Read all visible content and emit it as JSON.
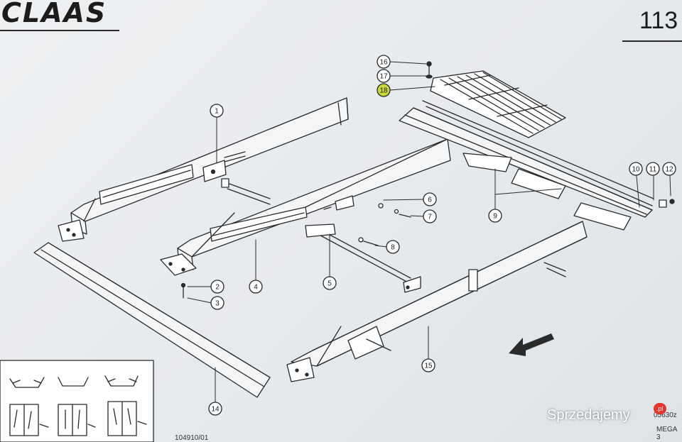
{
  "header": {
    "brand": "CLAAS",
    "page_number": "113"
  },
  "callouts": [
    {
      "label": "1"
    },
    {
      "label": "2"
    },
    {
      "label": "3"
    },
    {
      "label": "4"
    },
    {
      "label": "5"
    },
    {
      "label": "6"
    },
    {
      "label": "7"
    },
    {
      "label": "8"
    },
    {
      "label": "9"
    },
    {
      "label": "10"
    },
    {
      "label": "11"
    },
    {
      "label": "12"
    },
    {
      "label": "14"
    },
    {
      "label": "15"
    },
    {
      "label": "16"
    },
    {
      "label": "17"
    },
    {
      "label": "18",
      "highlighted": true
    }
  ],
  "footer": {
    "drawing_code": "104910/01",
    "model_code": "05630z",
    "model_name": "MEGA 3"
  },
  "watermark": {
    "text": "Sprzedajemy",
    "tld": ".pl"
  },
  "colors": {
    "line": "#2a2a2a",
    "highlight": "#c8d73a",
    "badge": "#e3372e"
  }
}
